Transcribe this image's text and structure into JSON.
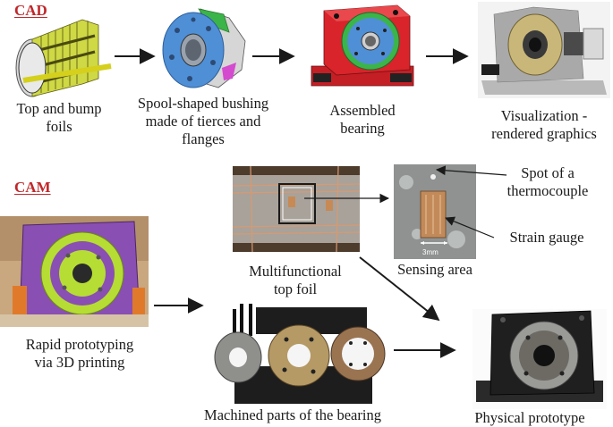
{
  "sections": {
    "cad": "CAD",
    "cam": "CAM"
  },
  "colors": {
    "section_title": "#c0282b",
    "foil": "#cfd845",
    "bushing_blue": "#4f8fd6",
    "bushing_green": "#3bb44a",
    "bushing_magenta": "#d44bcf",
    "housing_red": "#d8242a",
    "printed_purple": "#8a4fb3",
    "printed_green": "#b6dd33",
    "machined_metal": "#9a9a96",
    "arrow": "#1a1a1a"
  },
  "labels": {
    "foils": [
      "Top and bump",
      "foils"
    ],
    "bushing": [
      "Spool-shaped bushing",
      "made of tierces and",
      "flanges"
    ],
    "assembled": [
      "Assembled",
      "bearing"
    ],
    "visualization": [
      "Visualization -",
      "rendered graphics"
    ],
    "multifunctional": [
      "Multifunctional",
      "top foil"
    ],
    "sensing": "Sensing area",
    "thermocouple": [
      "Spot of a",
      "thermocouple"
    ],
    "strain": "Strain gauge",
    "scale": "3mm",
    "rapid": [
      "Rapid prototyping",
      "via 3D printing"
    ],
    "machined": "Machined parts of the bearing",
    "physical": "Physical prototype"
  }
}
